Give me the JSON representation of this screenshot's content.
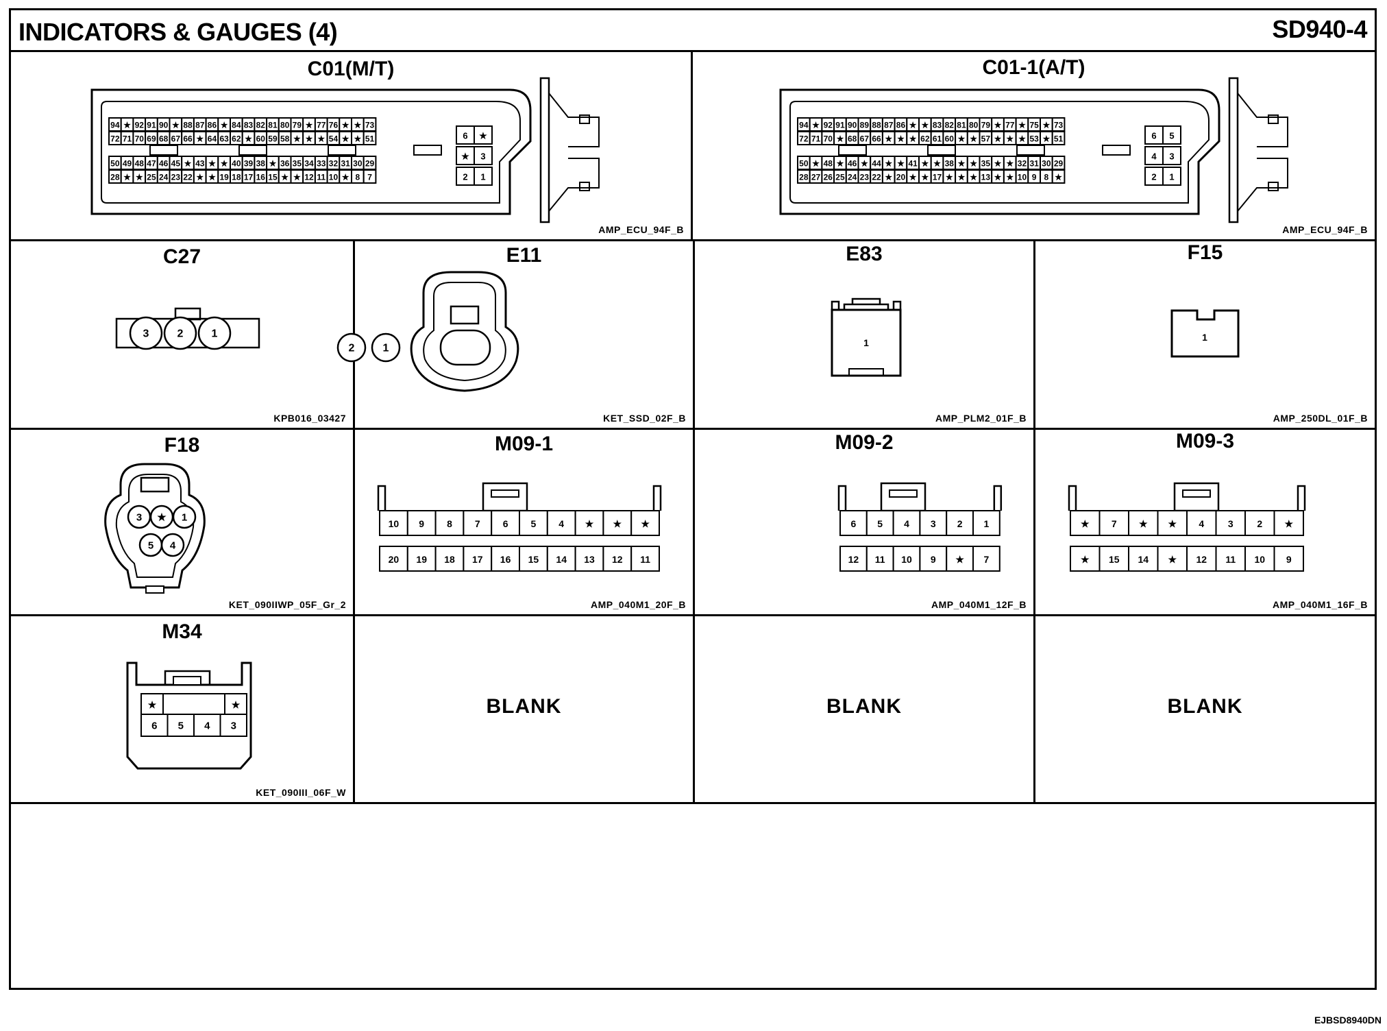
{
  "header": {
    "title": "INDICATORS & GAUGES (4)",
    "code": "SD940-4"
  },
  "footer": {
    "ref": "EJBSD8940DN"
  },
  "connectors": {
    "c01mt": {
      "title": "C01(M/T)",
      "part": "AMP_ECU_94F_B",
      "rows": [
        [
          "94",
          "★",
          "92",
          "91",
          "90",
          "★",
          "88",
          "87",
          "86",
          "★",
          "84",
          "83",
          "82",
          "81",
          "80",
          "79",
          "★",
          "77",
          "76",
          "★",
          "★",
          "73"
        ],
        [
          "72",
          "71",
          "70",
          "69",
          "68",
          "67",
          "66",
          "★",
          "64",
          "63",
          "62",
          "★",
          "60",
          "59",
          "58",
          "★",
          "★",
          "★",
          "54",
          "★",
          "★",
          "51"
        ],
        [
          "50",
          "49",
          "48",
          "47",
          "46",
          "45",
          "★",
          "43",
          "★",
          "★",
          "40",
          "39",
          "38",
          "★",
          "36",
          "35",
          "34",
          "33",
          "32",
          "31",
          "30",
          "29"
        ],
        [
          "28",
          "★",
          "★",
          "25",
          "24",
          "23",
          "22",
          "★",
          "★",
          "19",
          "18",
          "17",
          "16",
          "15",
          "★",
          "★",
          "12",
          "11",
          "10",
          "★",
          "8",
          "7"
        ]
      ],
      "side": [
        [
          "6",
          "★"
        ],
        [
          "★",
          "3"
        ],
        [
          "2",
          "1"
        ]
      ]
    },
    "c011at": {
      "title": "C01-1(A/T)",
      "part": "AMP_ECU_94F_B",
      "rows": [
        [
          "94",
          "★",
          "92",
          "91",
          "90",
          "89",
          "88",
          "87",
          "86",
          "★",
          "★",
          "83",
          "82",
          "81",
          "80",
          "79",
          "★",
          "77",
          "★",
          "75",
          "★",
          "73"
        ],
        [
          "72",
          "71",
          "70",
          "★",
          "68",
          "67",
          "66",
          "★",
          "★",
          "★",
          "62",
          "61",
          "60",
          "★",
          "★",
          "57",
          "★",
          "★",
          "★",
          "53",
          "★",
          "51"
        ],
        [
          "50",
          "★",
          "48",
          "★",
          "46",
          "★",
          "44",
          "★",
          "★",
          "41",
          "★",
          "★",
          "38",
          "★",
          "★",
          "35",
          "★",
          "★",
          "32",
          "31",
          "30",
          "29"
        ],
        [
          "28",
          "27",
          "26",
          "25",
          "24",
          "23",
          "22",
          "★",
          "20",
          "★",
          "★",
          "17",
          "★",
          "★",
          "★",
          "13",
          "★",
          "★",
          "10",
          "9",
          "8",
          "★"
        ]
      ],
      "side": [
        [
          "6",
          "5"
        ],
        [
          "4",
          "3"
        ],
        [
          "2",
          "1"
        ]
      ]
    },
    "c27": {
      "title": "C27",
      "part": "KPB016_03427",
      "pins": [
        "3",
        "2",
        "1"
      ]
    },
    "e11": {
      "title": "E11",
      "part": "KET_SSD_02F_B",
      "pins": [
        "2",
        "1"
      ]
    },
    "e83": {
      "title": "E83",
      "part": "AMP_PLM2_01F_B",
      "pins": [
        "1"
      ]
    },
    "f15": {
      "title": "F15",
      "part": "AMP_250DL_01F_B",
      "pins": [
        "1"
      ]
    },
    "f18": {
      "title": "F18",
      "part": "KET_090IIWP_05F_Gr_2",
      "top": [
        "3",
        "★",
        "1"
      ],
      "bottom": [
        "5",
        "4"
      ]
    },
    "m091": {
      "title": "M09-1",
      "part": "AMP_040M1_20F_B",
      "top": [
        "10",
        "9",
        "8",
        "7",
        "6",
        "5",
        "4",
        "★",
        "★",
        "★"
      ],
      "bottom": [
        "20",
        "19",
        "18",
        "17",
        "16",
        "15",
        "14",
        "13",
        "12",
        "11"
      ]
    },
    "m092": {
      "title": "M09-2",
      "part": "AMP_040M1_12F_B",
      "top": [
        "6",
        "5",
        "4",
        "3",
        "2",
        "1"
      ],
      "bottom": [
        "12",
        "11",
        "10",
        "9",
        "★",
        "7"
      ]
    },
    "m093": {
      "title": "M09-3",
      "part": "AMP_040M1_16F_B",
      "top": [
        "★",
        "7",
        "★",
        "★",
        "4",
        "3",
        "2",
        "★"
      ],
      "bottom": [
        "★",
        "15",
        "14",
        "★",
        "12",
        "11",
        "10",
        "9"
      ]
    },
    "m34": {
      "title": "M34",
      "part": "KET_090III_06F_W",
      "top": [
        "★",
        "★"
      ],
      "bottom": [
        "6",
        "5",
        "4",
        "3"
      ]
    }
  },
  "blanks": [
    "BLANK",
    "BLANK",
    "BLANK"
  ]
}
